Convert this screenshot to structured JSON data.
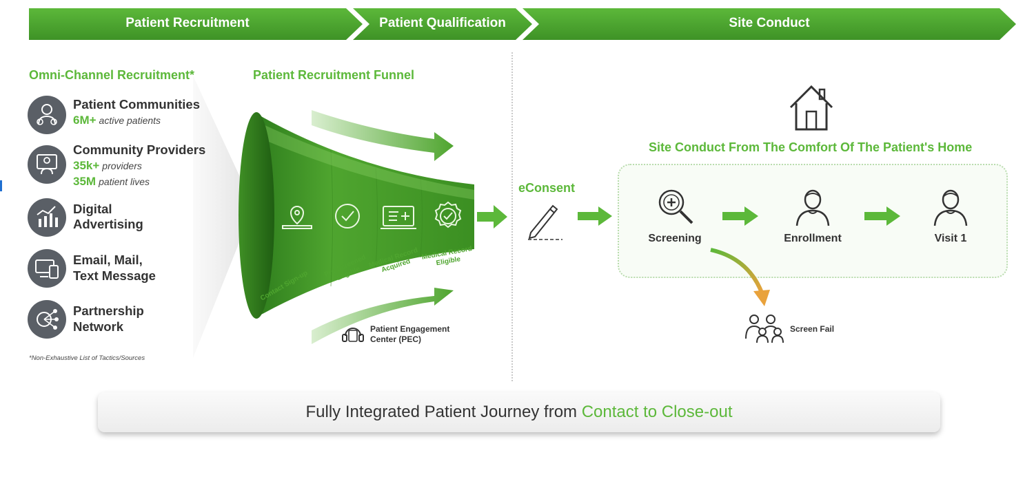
{
  "stages": [
    "Patient Recruitment",
    "Patient Qualification",
    "Site Conduct"
  ],
  "omni": {
    "title": "Omni-Channel Recruitment*",
    "channels": [
      {
        "title": "Patient Communities",
        "stats": [
          {
            "num": "6M+",
            "desc": "active patients"
          }
        ],
        "icon": "patient-community-icon"
      },
      {
        "title": "Community Providers",
        "stats": [
          {
            "num": "35k+",
            "desc": "providers"
          },
          {
            "num": "35M",
            "desc": "patient lives"
          }
        ],
        "icon": "provider-icon"
      },
      {
        "title_lines": [
          "Digital",
          "Advertising"
        ],
        "icon": "chart-icon"
      },
      {
        "title_lines": [
          "Email, Mail,",
          "Text Message"
        ],
        "icon": "devices-icon"
      },
      {
        "title_lines": [
          "Partnership",
          "Network"
        ],
        "icon": "network-icon"
      }
    ],
    "footnote": "*Non-Exhaustive List of Tactics/Sources"
  },
  "funnel": {
    "title": "Patient Recruitment Funnel",
    "stages": [
      "Contact Sign-up",
      "Pre-Screened Eligible",
      "Medical Record Acquired",
      "Medical Record Eligible"
    ],
    "stage_lines": [
      [
        "Contact Sign-up"
      ],
      [
        "Pre-Screened",
        "Eligible"
      ],
      [
        "Medical Record",
        "Acquired"
      ],
      [
        "Medical Record",
        "Eligible"
      ]
    ],
    "pec_label": [
      "Patient Engagement",
      "Center (PEC)"
    ]
  },
  "econsent": "eConsent",
  "site": {
    "title": "Site Conduct From The Comfort Of The Patient's Home",
    "steps": [
      "Screening",
      "Enrollment",
      "Visit 1"
    ],
    "screen_fail": "Screen Fail"
  },
  "summary": {
    "prefix": "Fully Integrated Patient Journey from ",
    "highlight": "Contact to Close-out"
  },
  "colors": {
    "green": "#4fa52f",
    "light_green": "#5cb83a",
    "dark_green": "#2f7a1c",
    "orange": "#e9a23b",
    "icon_gray": "#5a5f66"
  }
}
